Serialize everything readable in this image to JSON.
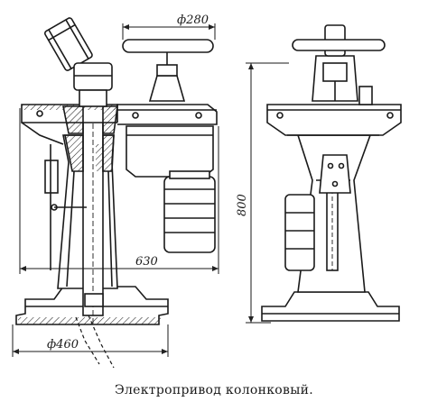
{
  "drawing": {
    "dimensions": {
      "handwheel_diameter": "ф280",
      "overall_height": "800",
      "reach": "630",
      "base_diameter": "ф460"
    }
  },
  "caption": "Электропривод колонковый."
}
